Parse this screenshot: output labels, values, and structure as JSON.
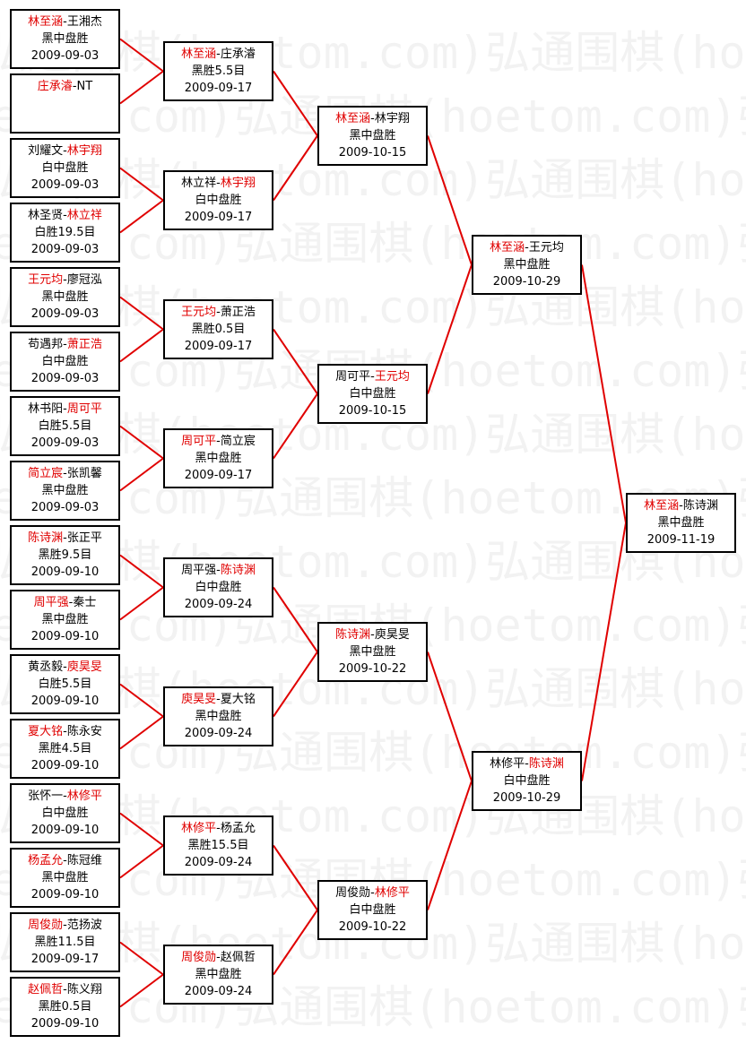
{
  "watermark": "弘通围棋(hoetom.com)",
  "colors": {
    "winner": "#e00000",
    "line": "#e00000",
    "border": "#000000"
  },
  "rounds": [
    [
      {
        "p1": "林至涵",
        "p2": "王湘杰",
        "winner": 1,
        "result": "黑中盘胜",
        "date": "2009-09-03"
      },
      {
        "p1": "庄承濬",
        "p2": "NT",
        "winner": 1,
        "result": "",
        "date": ""
      },
      {
        "p1": "刘耀文",
        "p2": "林宇翔",
        "winner": 2,
        "result": "白中盘胜",
        "date": "2009-09-03"
      },
      {
        "p1": "林圣贤",
        "p2": "林立祥",
        "winner": 2,
        "result": "白胜19.5目",
        "date": "2009-09-03"
      },
      {
        "p1": "王元均",
        "p2": "廖冠泓",
        "winner": 1,
        "result": "黑中盘胜",
        "date": "2009-09-03"
      },
      {
        "p1": "苟遇邦",
        "p2": "萧正浩",
        "winner": 2,
        "result": "白中盘胜",
        "date": "2009-09-03"
      },
      {
        "p1": "林书阳",
        "p2": "周可平",
        "winner": 2,
        "result": "白胜5.5目",
        "date": "2009-09-03"
      },
      {
        "p1": "简立宸",
        "p2": "张凯馨",
        "winner": 1,
        "result": "黑中盘胜",
        "date": "2009-09-03"
      },
      {
        "p1": "陈诗渊",
        "p2": "张正平",
        "winner": 1,
        "result": "黑胜9.5目",
        "date": "2009-09-10"
      },
      {
        "p1": "周平强",
        "p2": "秦士",
        "winner": 1,
        "result": "黑中盘胜",
        "date": "2009-09-10"
      },
      {
        "p1": "黄丞毅",
        "p2": "庾昊旻",
        "winner": 2,
        "result": "白胜5.5目",
        "date": "2009-09-10"
      },
      {
        "p1": "夏大铭",
        "p2": "陈永安",
        "winner": 1,
        "result": "黑胜4.5目",
        "date": "2009-09-10"
      },
      {
        "p1": "张怀一",
        "p2": "林修平",
        "winner": 2,
        "result": "白中盘胜",
        "date": "2009-09-10"
      },
      {
        "p1": "杨孟允",
        "p2": "陈冠维",
        "winner": 1,
        "result": "黑中盘胜",
        "date": "2009-09-10"
      },
      {
        "p1": "周俊勋",
        "p2": "范扬波",
        "winner": 1,
        "result": "黑胜11.5目",
        "date": "2009-09-17"
      },
      {
        "p1": "赵佩哲",
        "p2": "陈义翔",
        "winner": 1,
        "result": "黑胜0.5目",
        "date": "2009-09-10"
      }
    ],
    [
      {
        "p1": "林至涵",
        "p2": "庄承濬",
        "winner": 1,
        "result": "黑胜5.5目",
        "date": "2009-09-17"
      },
      {
        "p1": "林立祥",
        "p2": "林宇翔",
        "winner": 2,
        "result": "白中盘胜",
        "date": "2009-09-17"
      },
      {
        "p1": "王元均",
        "p2": "萧正浩",
        "winner": 1,
        "result": "黑胜0.5目",
        "date": "2009-09-17"
      },
      {
        "p1": "周可平",
        "p2": "简立宸",
        "winner": 1,
        "result": "黑中盘胜",
        "date": "2009-09-17"
      },
      {
        "p1": "周平强",
        "p2": "陈诗渊",
        "winner": 2,
        "result": "白中盘胜",
        "date": "2009-09-24"
      },
      {
        "p1": "庾昊旻",
        "p2": "夏大铭",
        "winner": 1,
        "result": "黑中盘胜",
        "date": "2009-09-24"
      },
      {
        "p1": "林修平",
        "p2": "杨孟允",
        "winner": 1,
        "result": "黑胜15.5目",
        "date": "2009-09-24"
      },
      {
        "p1": "周俊勋",
        "p2": "赵佩哲",
        "winner": 1,
        "result": "黑中盘胜",
        "date": "2009-09-24"
      }
    ],
    [
      {
        "p1": "林至涵",
        "p2": "林宇翔",
        "winner": 1,
        "result": "黑中盘胜",
        "date": "2009-10-15"
      },
      {
        "p1": "周可平",
        "p2": "王元均",
        "winner": 2,
        "result": "白中盘胜",
        "date": "2009-10-15"
      },
      {
        "p1": "陈诗渊",
        "p2": "庾昊旻",
        "winner": 1,
        "result": "黑中盘胜",
        "date": "2009-10-22"
      },
      {
        "p1": "周俊勋",
        "p2": "林修平",
        "winner": 2,
        "result": "白中盘胜",
        "date": "2009-10-22"
      }
    ],
    [
      {
        "p1": "林至涵",
        "p2": "王元均",
        "winner": 1,
        "result": "黑中盘胜",
        "date": "2009-10-29"
      },
      {
        "p1": "林修平",
        "p2": "陈诗渊",
        "winner": 2,
        "result": "白中盘胜",
        "date": "2009-10-29"
      }
    ],
    [
      {
        "p1": "林至涵",
        "p2": "陈诗渊",
        "winner": 1,
        "result": "黑中盘胜",
        "date": "2009-11-19"
      }
    ]
  ]
}
